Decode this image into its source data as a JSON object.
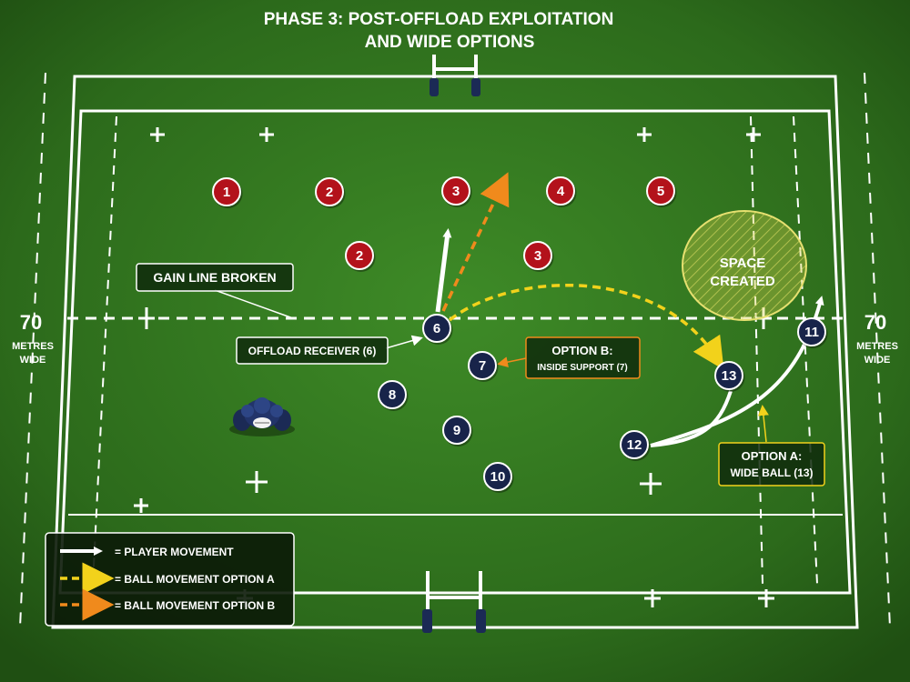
{
  "title": {
    "line1": "PHASE 3: POST-OFFLOAD EXPLOITATION",
    "line2": "AND WIDE OPTIONS"
  },
  "side_labels": {
    "left": {
      "number": "70",
      "line1": "METRES",
      "line2": "WIDE"
    },
    "right": {
      "number": "70",
      "line1": "METRES",
      "line2": "WIDE"
    }
  },
  "callouts": {
    "gain_line": "GAIN LINE BROKEN",
    "offload_receiver": "OFFLOAD RECEIVER (6)",
    "option_b": {
      "line1": "OPTION B:",
      "line2": "INSIDE SUPPORT (7)"
    },
    "option_a": {
      "line1": "OPTION A:",
      "line2": "WIDE BALL (13)"
    },
    "space": {
      "line1": "SPACE",
      "line2": "CREATED"
    }
  },
  "defenders": [
    "1",
    "2",
    "3",
    "4",
    "5",
    "2",
    "3"
  ],
  "attackers": [
    "6",
    "7",
    "8",
    "9",
    "10",
    "11",
    "12",
    "13"
  ],
  "legend": {
    "player_movement": "= PLAYER MOVEMENT",
    "ball_option_a": "= BALL MOVEMENT OPTION A",
    "ball_option_b": "= BALL MOVEMENT OPTION B"
  },
  "colors": {
    "pitch_dark": "#2a6418",
    "pitch_light": "#3d8a26",
    "line_white": "#ffffff",
    "defender_red": "#b3121b",
    "attacker_navy": "#18244a",
    "option_a_yellow": "#f2d21b",
    "option_b_orange": "#f08a1c",
    "space_zone": "#d9d24a"
  },
  "icons": {
    "ruck": "ruck-players-icon",
    "posts": "goal-posts-icon"
  }
}
